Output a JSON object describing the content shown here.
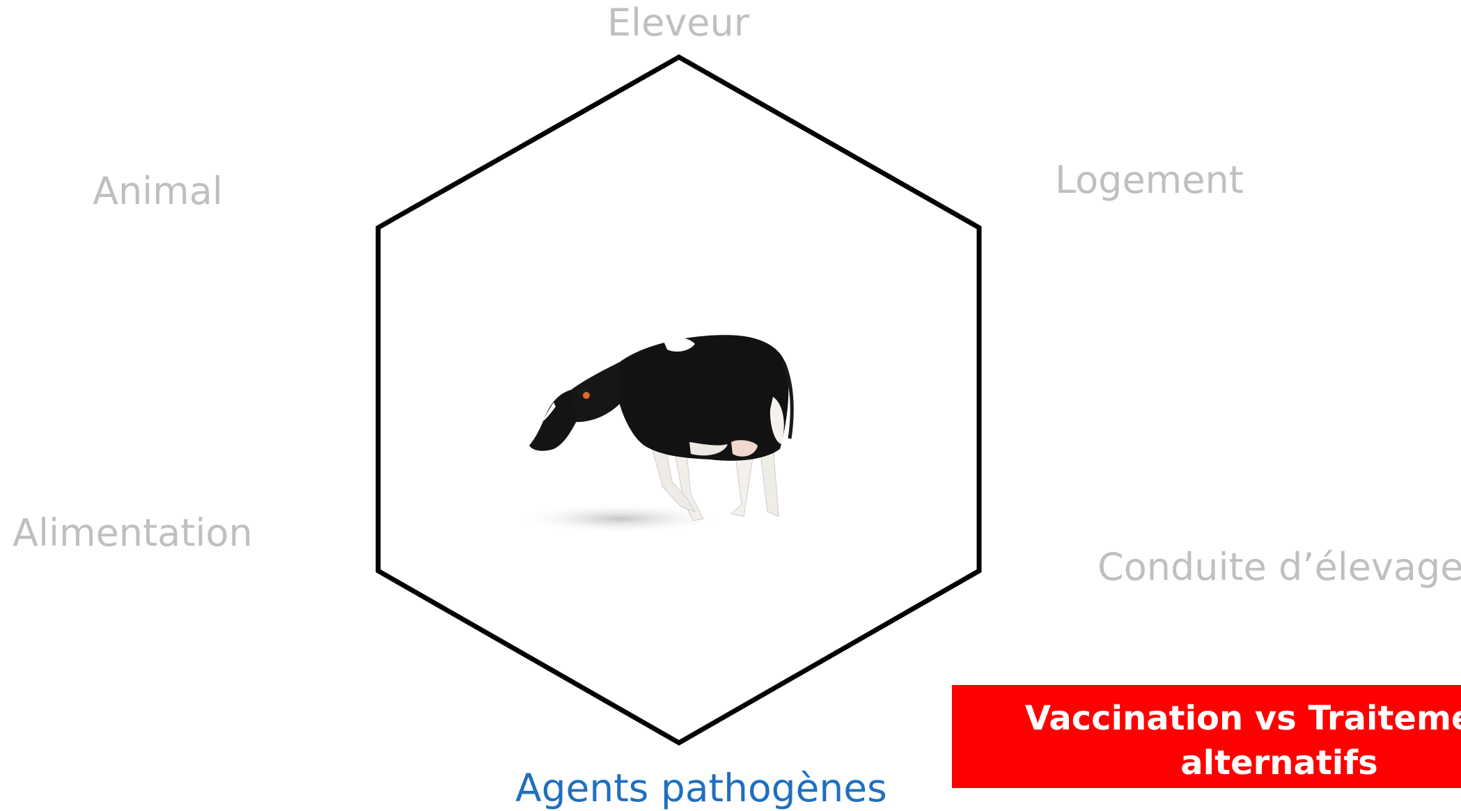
{
  "diagram": {
    "factors": {
      "top": "Eleveur",
      "upper_left": "Animal",
      "upper_right": "Logement",
      "lower_left": "Alimentation",
      "lower_right": "Conduite d’élevage",
      "bottom": "Agents pathogènes"
    },
    "center_image": "cow-illustration",
    "callout": {
      "line1": "Vaccination vs Traitements",
      "line2": "alternatifs"
    },
    "colors": {
      "factor_text": "#bfbfbf",
      "highlight_text": "#1f6fbf",
      "hexagon_stroke": "#000000",
      "callout_bg": "#ff0000",
      "callout_text": "#ffffff"
    }
  }
}
